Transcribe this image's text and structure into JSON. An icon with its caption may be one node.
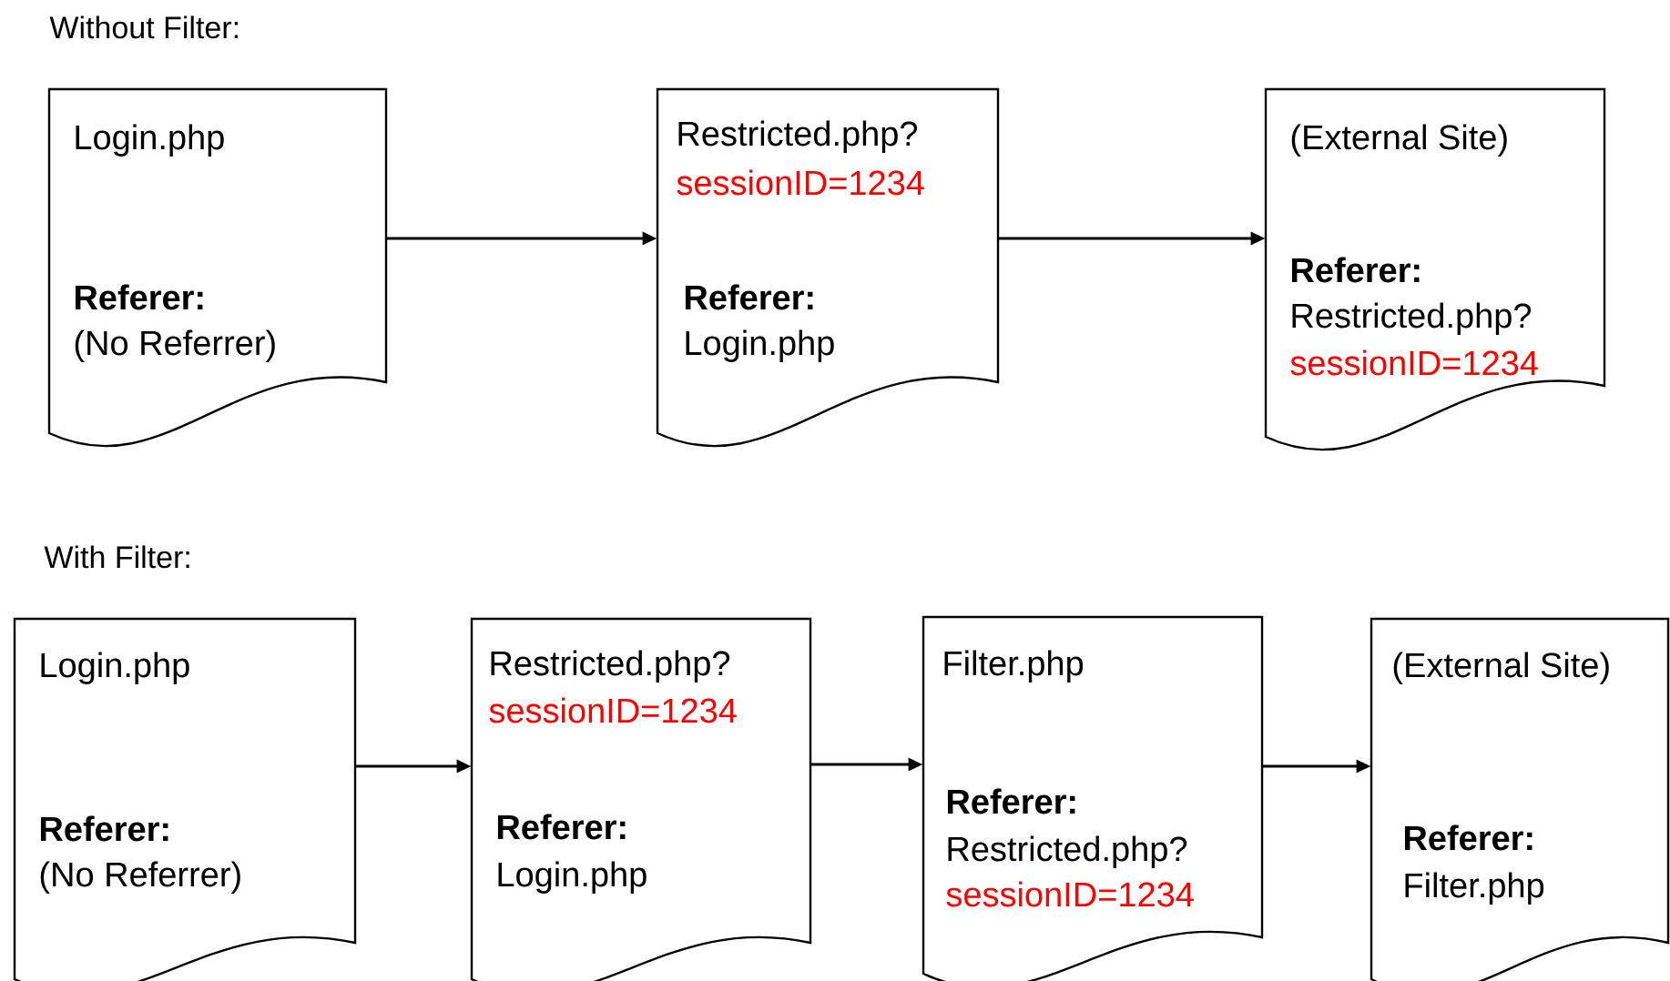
{
  "diagram": {
    "nodes": [
      {
        "text": [
          "Login.php",
          "Referer:",
          "(No Referrer)"
        ]
      },
      {
        "text": [
          "Restricted.php?",
          "sessionID=1234",
          "Referer:",
          "Login.php"
        ]
      },
      {
        "text": [
          "(External Site)",
          "Referer:",
          "Restricted.php?",
          "sessionID=1234"
        ]
      },
      {
        "text": [
          "Login.php",
          "Referer:",
          "(No Referrer)"
        ]
      },
      {
        "text": [
          "Restricted.php?",
          "sessionID=1234",
          "Referer:",
          "Login.php"
        ]
      },
      {
        "text": [
          "Filter.php",
          "Referer:",
          "Restricted.php?",
          "sessionID=1234"
        ]
      },
      {
        "text": [
          "(External Site)",
          "Referer:",
          "Filter.php"
        ]
      }
    ],
    "edges": [
      {
        "from": 0,
        "to": 1,
        "arrow": "to"
      },
      {
        "from": 1,
        "to": 2,
        "arrow": "to"
      },
      {
        "from": 3,
        "to": 4,
        "arrow": "to"
      },
      {
        "from": 4,
        "to": 5,
        "arrow": "to"
      },
      {
        "from": 5,
        "to": 6,
        "arrow": "to"
      }
    ],
    "labels": [
      "Without Filter:",
      "With Filter:"
    ]
  }
}
